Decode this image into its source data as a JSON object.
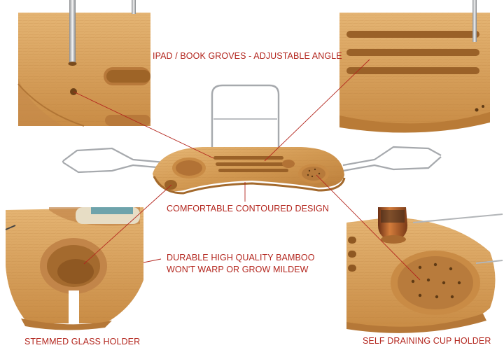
{
  "labels": {
    "ipad_book_groves": "IPAD / BOOK GROVES - ADJUSTABLE ANGLE",
    "contoured_design": "COMFORTABLE CONTOURED DESIGN",
    "bamboo_line_1": "DURABLE HIGH QUALITY BAMBOO",
    "bamboo_line_2": "WON'T WARP OR GROW MILDEW",
    "stemmed_glass_holder": "STEMMED GLASS HOLDER",
    "self_draining_cup_holder": "SELF DRAINING CUP HOLDER"
  },
  "colors": {
    "label_red": "#b3261e",
    "bamboo": "#d9a45e",
    "bamboo_dark": "#b97b37",
    "chrome": "#a9acb0",
    "background": "#ffffff"
  },
  "icons": {
    "product": "bamboo-bath-caddy-illustration"
  }
}
